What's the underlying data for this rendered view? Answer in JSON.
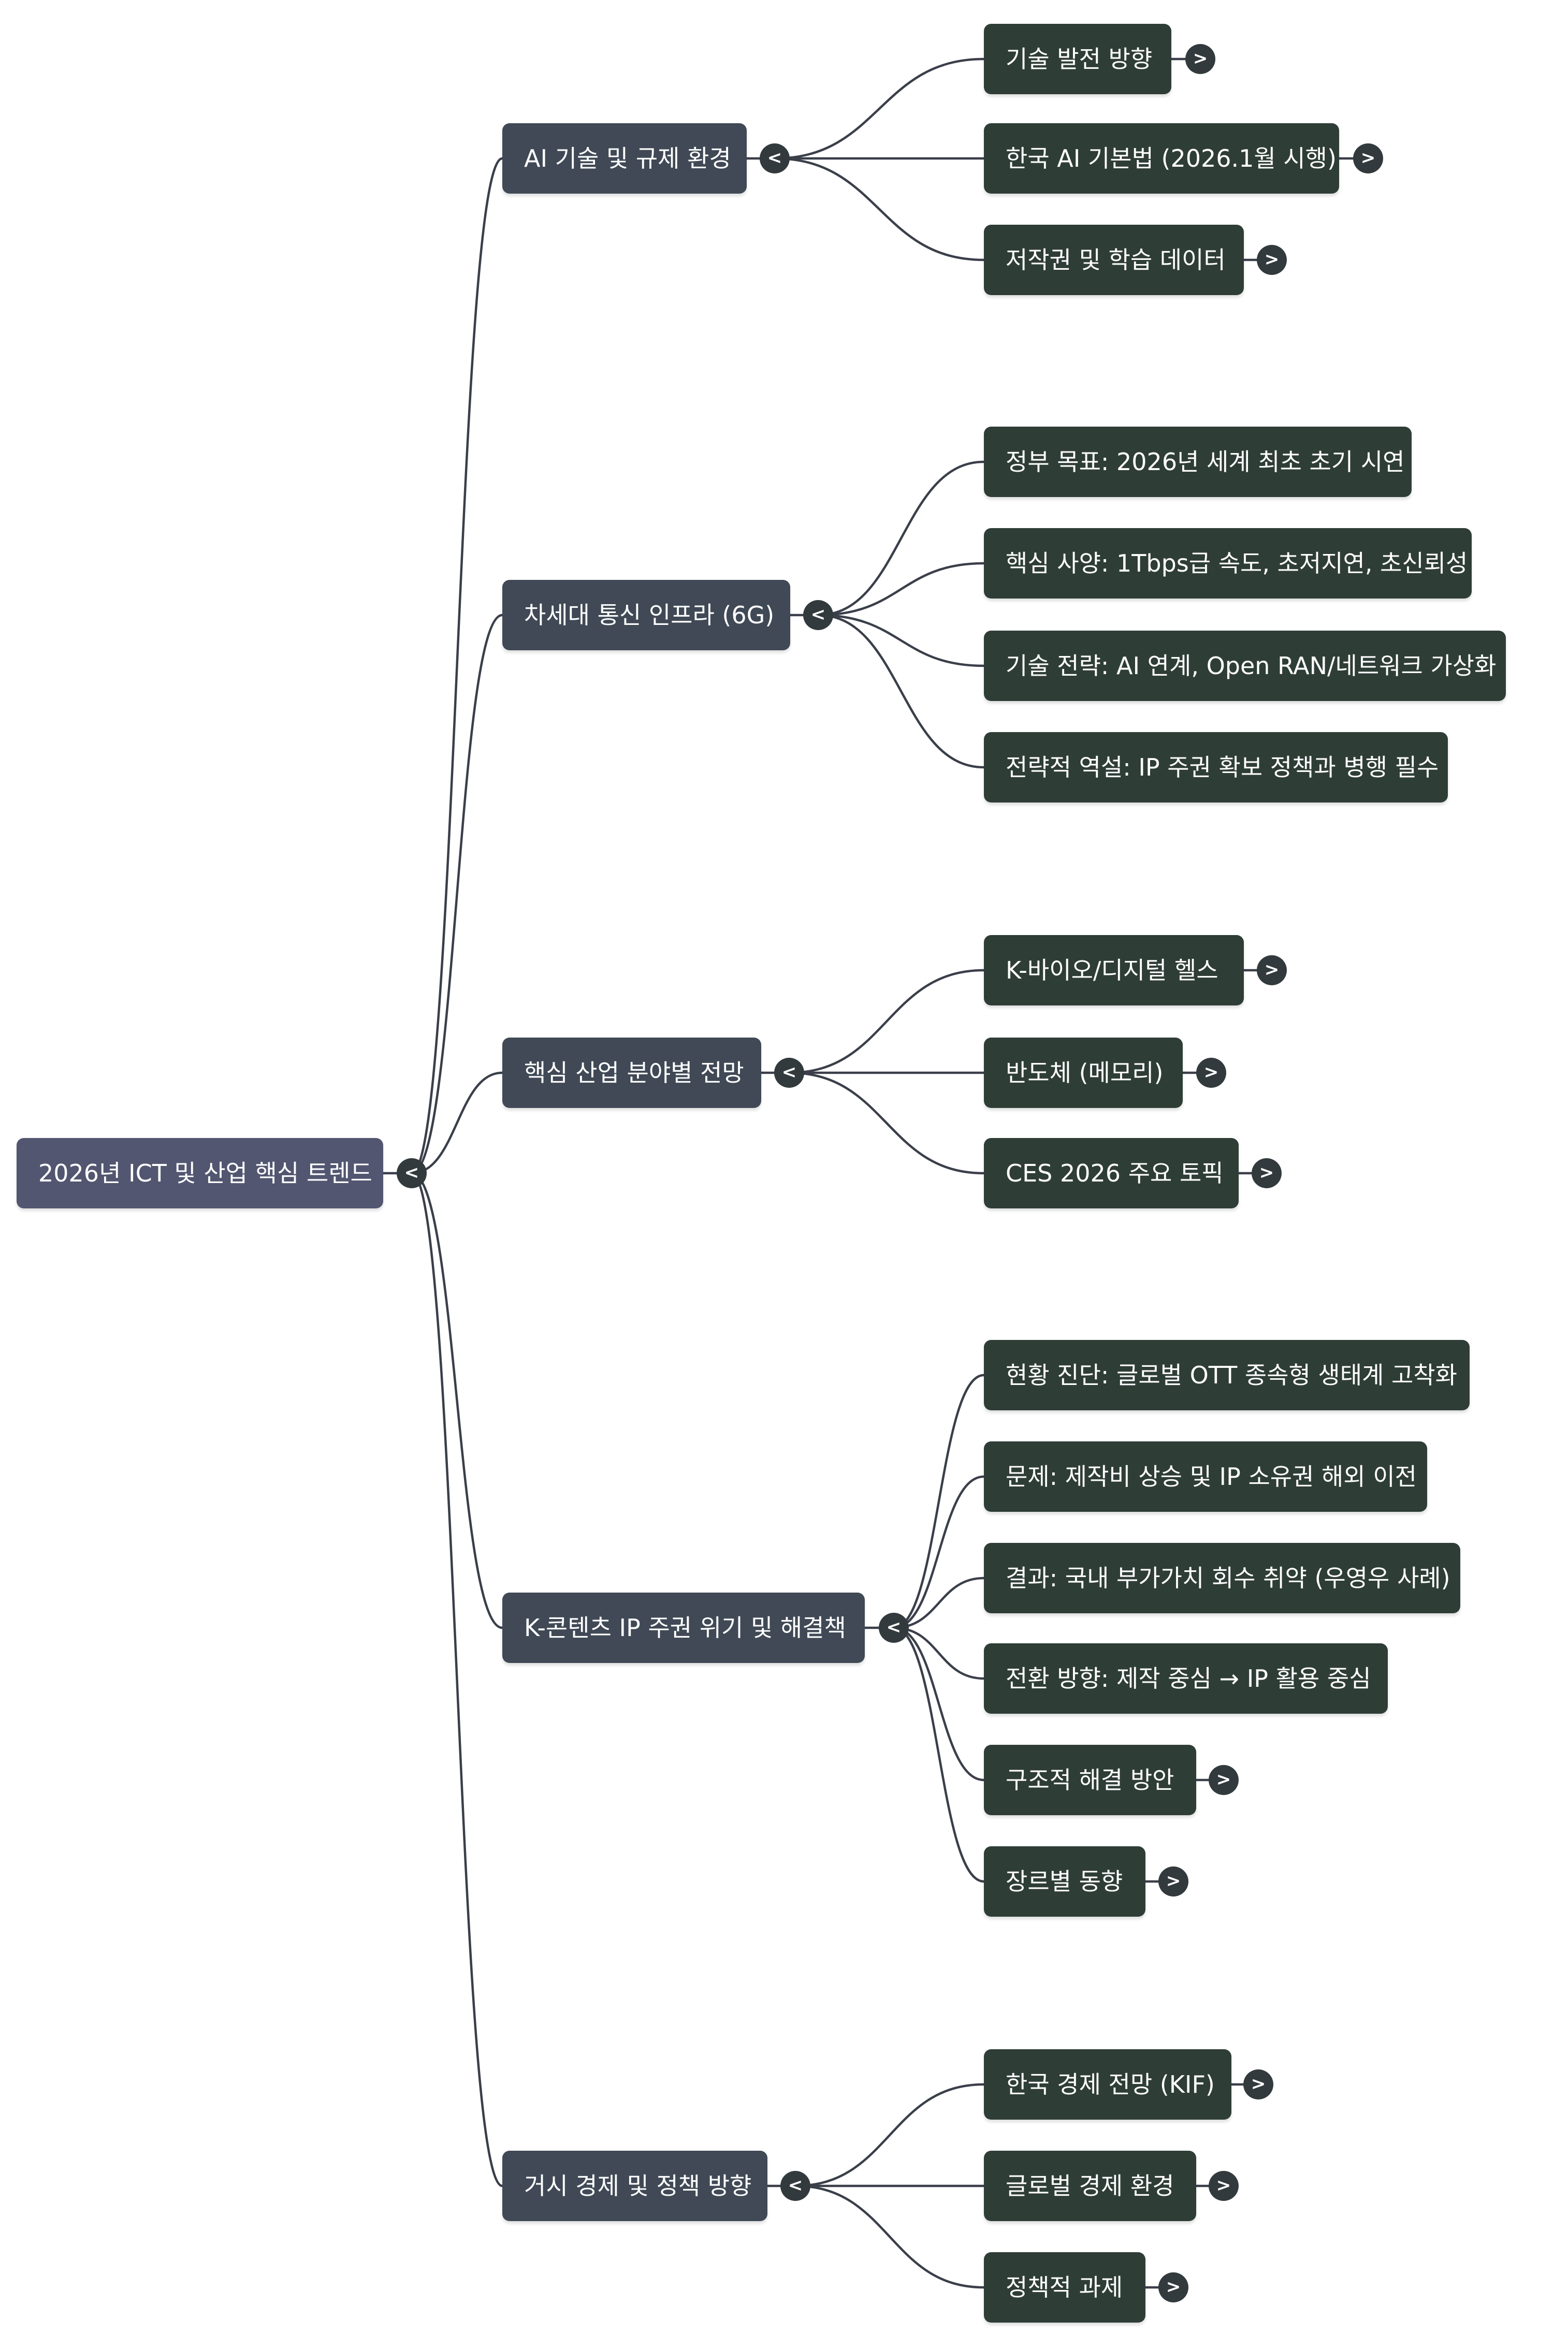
{
  "colors": {
    "root": "#525670",
    "branch": "#404955",
    "leaf": "#2f3d37",
    "toggle": "#323a3d",
    "link": "#3a3f4a"
  },
  "toggles": {
    "collapse": "<",
    "expand": ">"
  },
  "root": {
    "label": "2026년 ICT 및 산업 핵심 트렌드"
  },
  "branches": [
    {
      "label": "AI 기술 및 규제 환경",
      "children": [
        {
          "label": "기술 발전 방향",
          "expandable": true
        },
        {
          "label": "한국 AI 기본법 (2026.1월 시행)",
          "expandable": true
        },
        {
          "label": "저작권 및 학습 데이터",
          "expandable": true
        }
      ]
    },
    {
      "label": "차세대 통신 인프라 (6G)",
      "children": [
        {
          "label": "정부 목표: 2026년 세계 최초 초기 시연",
          "expandable": false
        },
        {
          "label": "핵심 사양: 1Tbps급 속도, 초저지연, 초신뢰성",
          "expandable": false
        },
        {
          "label": "기술 전략: AI 연계, Open RAN/네트워크 가상화",
          "expandable": false
        },
        {
          "label": "전략적 역설: IP 주권 확보 정책과 병행 필수",
          "expandable": false
        }
      ]
    },
    {
      "label": "핵심 산업 분야별 전망",
      "children": [
        {
          "label": "K-바이오/디지털 헬스",
          "expandable": true
        },
        {
          "label": "반도체 (메모리)",
          "expandable": true
        },
        {
          "label": "CES 2026 주요 토픽",
          "expandable": true
        }
      ]
    },
    {
      "label": "K-콘텐츠 IP 주권 위기 및 해결책",
      "children": [
        {
          "label": "현황 진단: 글로벌 OTT 종속형 생태계 고착화",
          "expandable": false
        },
        {
          "label": "문제: 제작비 상승 및 IP 소유권 해외 이전",
          "expandable": false
        },
        {
          "label": "결과: 국내 부가가치 회수 취약 (우영우 사례)",
          "expandable": false
        },
        {
          "label": "전환 방향: 제작 중심 → IP 활용 중심",
          "expandable": false
        },
        {
          "label": "구조적 해결 방안",
          "expandable": true
        },
        {
          "label": "장르별 동향",
          "expandable": true
        }
      ]
    },
    {
      "label": "거시 경제 및 정책 방향",
      "children": [
        {
          "label": "한국 경제 전망 (KIF)",
          "expandable": true
        },
        {
          "label": "글로벌 경제 환경",
          "expandable": true
        },
        {
          "label": "정책적 과제",
          "expandable": true
        }
      ]
    }
  ]
}
